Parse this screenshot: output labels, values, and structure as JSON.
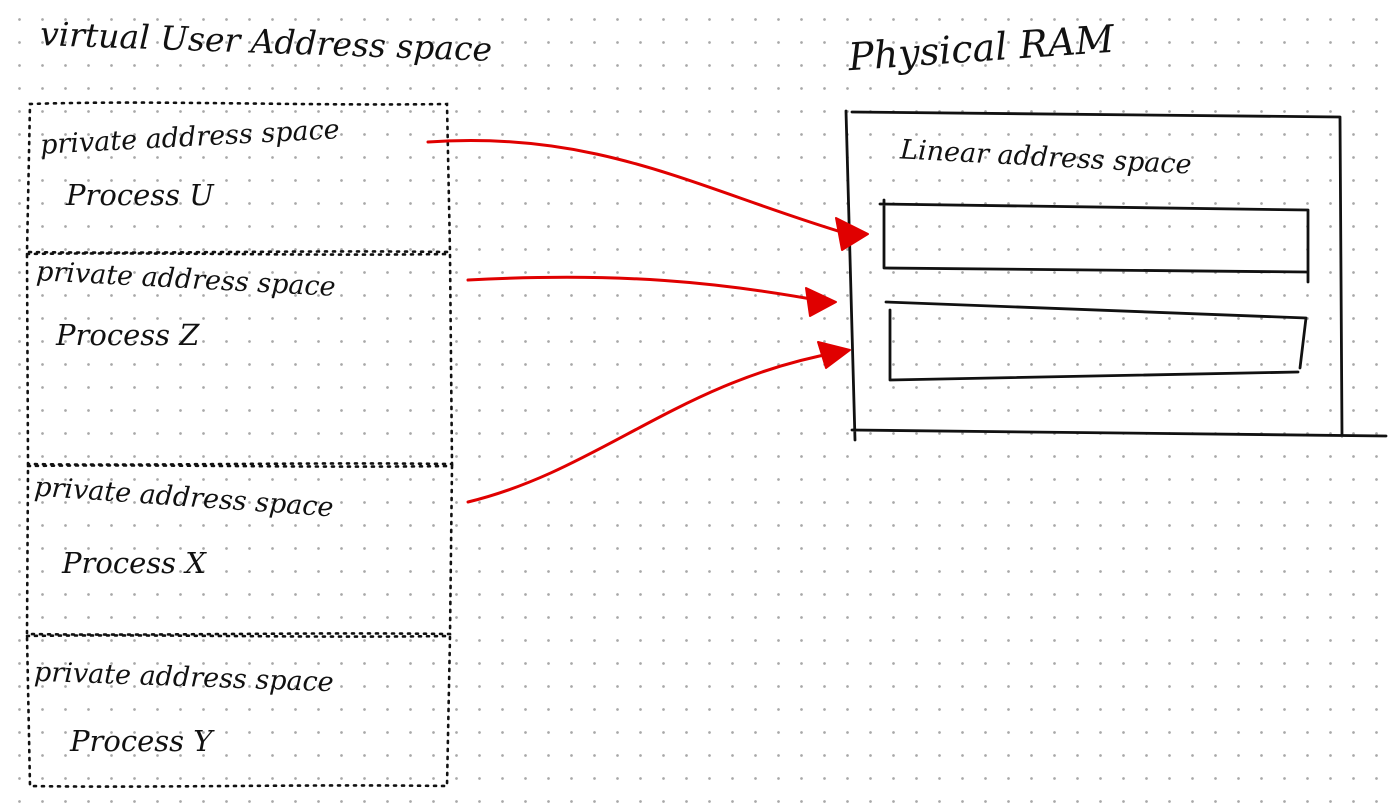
{
  "virtual_space": {
    "title": "virtual User Address space",
    "blocks": [
      {
        "label": "private address space",
        "process": "Process U"
      },
      {
        "label": "private address space",
        "process": "Process Z"
      },
      {
        "label": "private address space",
        "process": "Process X"
      },
      {
        "label": "private address space",
        "process": "Process Y"
      }
    ]
  },
  "physical": {
    "title": "Physical RAM",
    "inner_label": "Linear address space"
  },
  "colors": {
    "ink": "#111111",
    "arrow": "#e00000",
    "grid_dot": "#a8a8a8"
  }
}
